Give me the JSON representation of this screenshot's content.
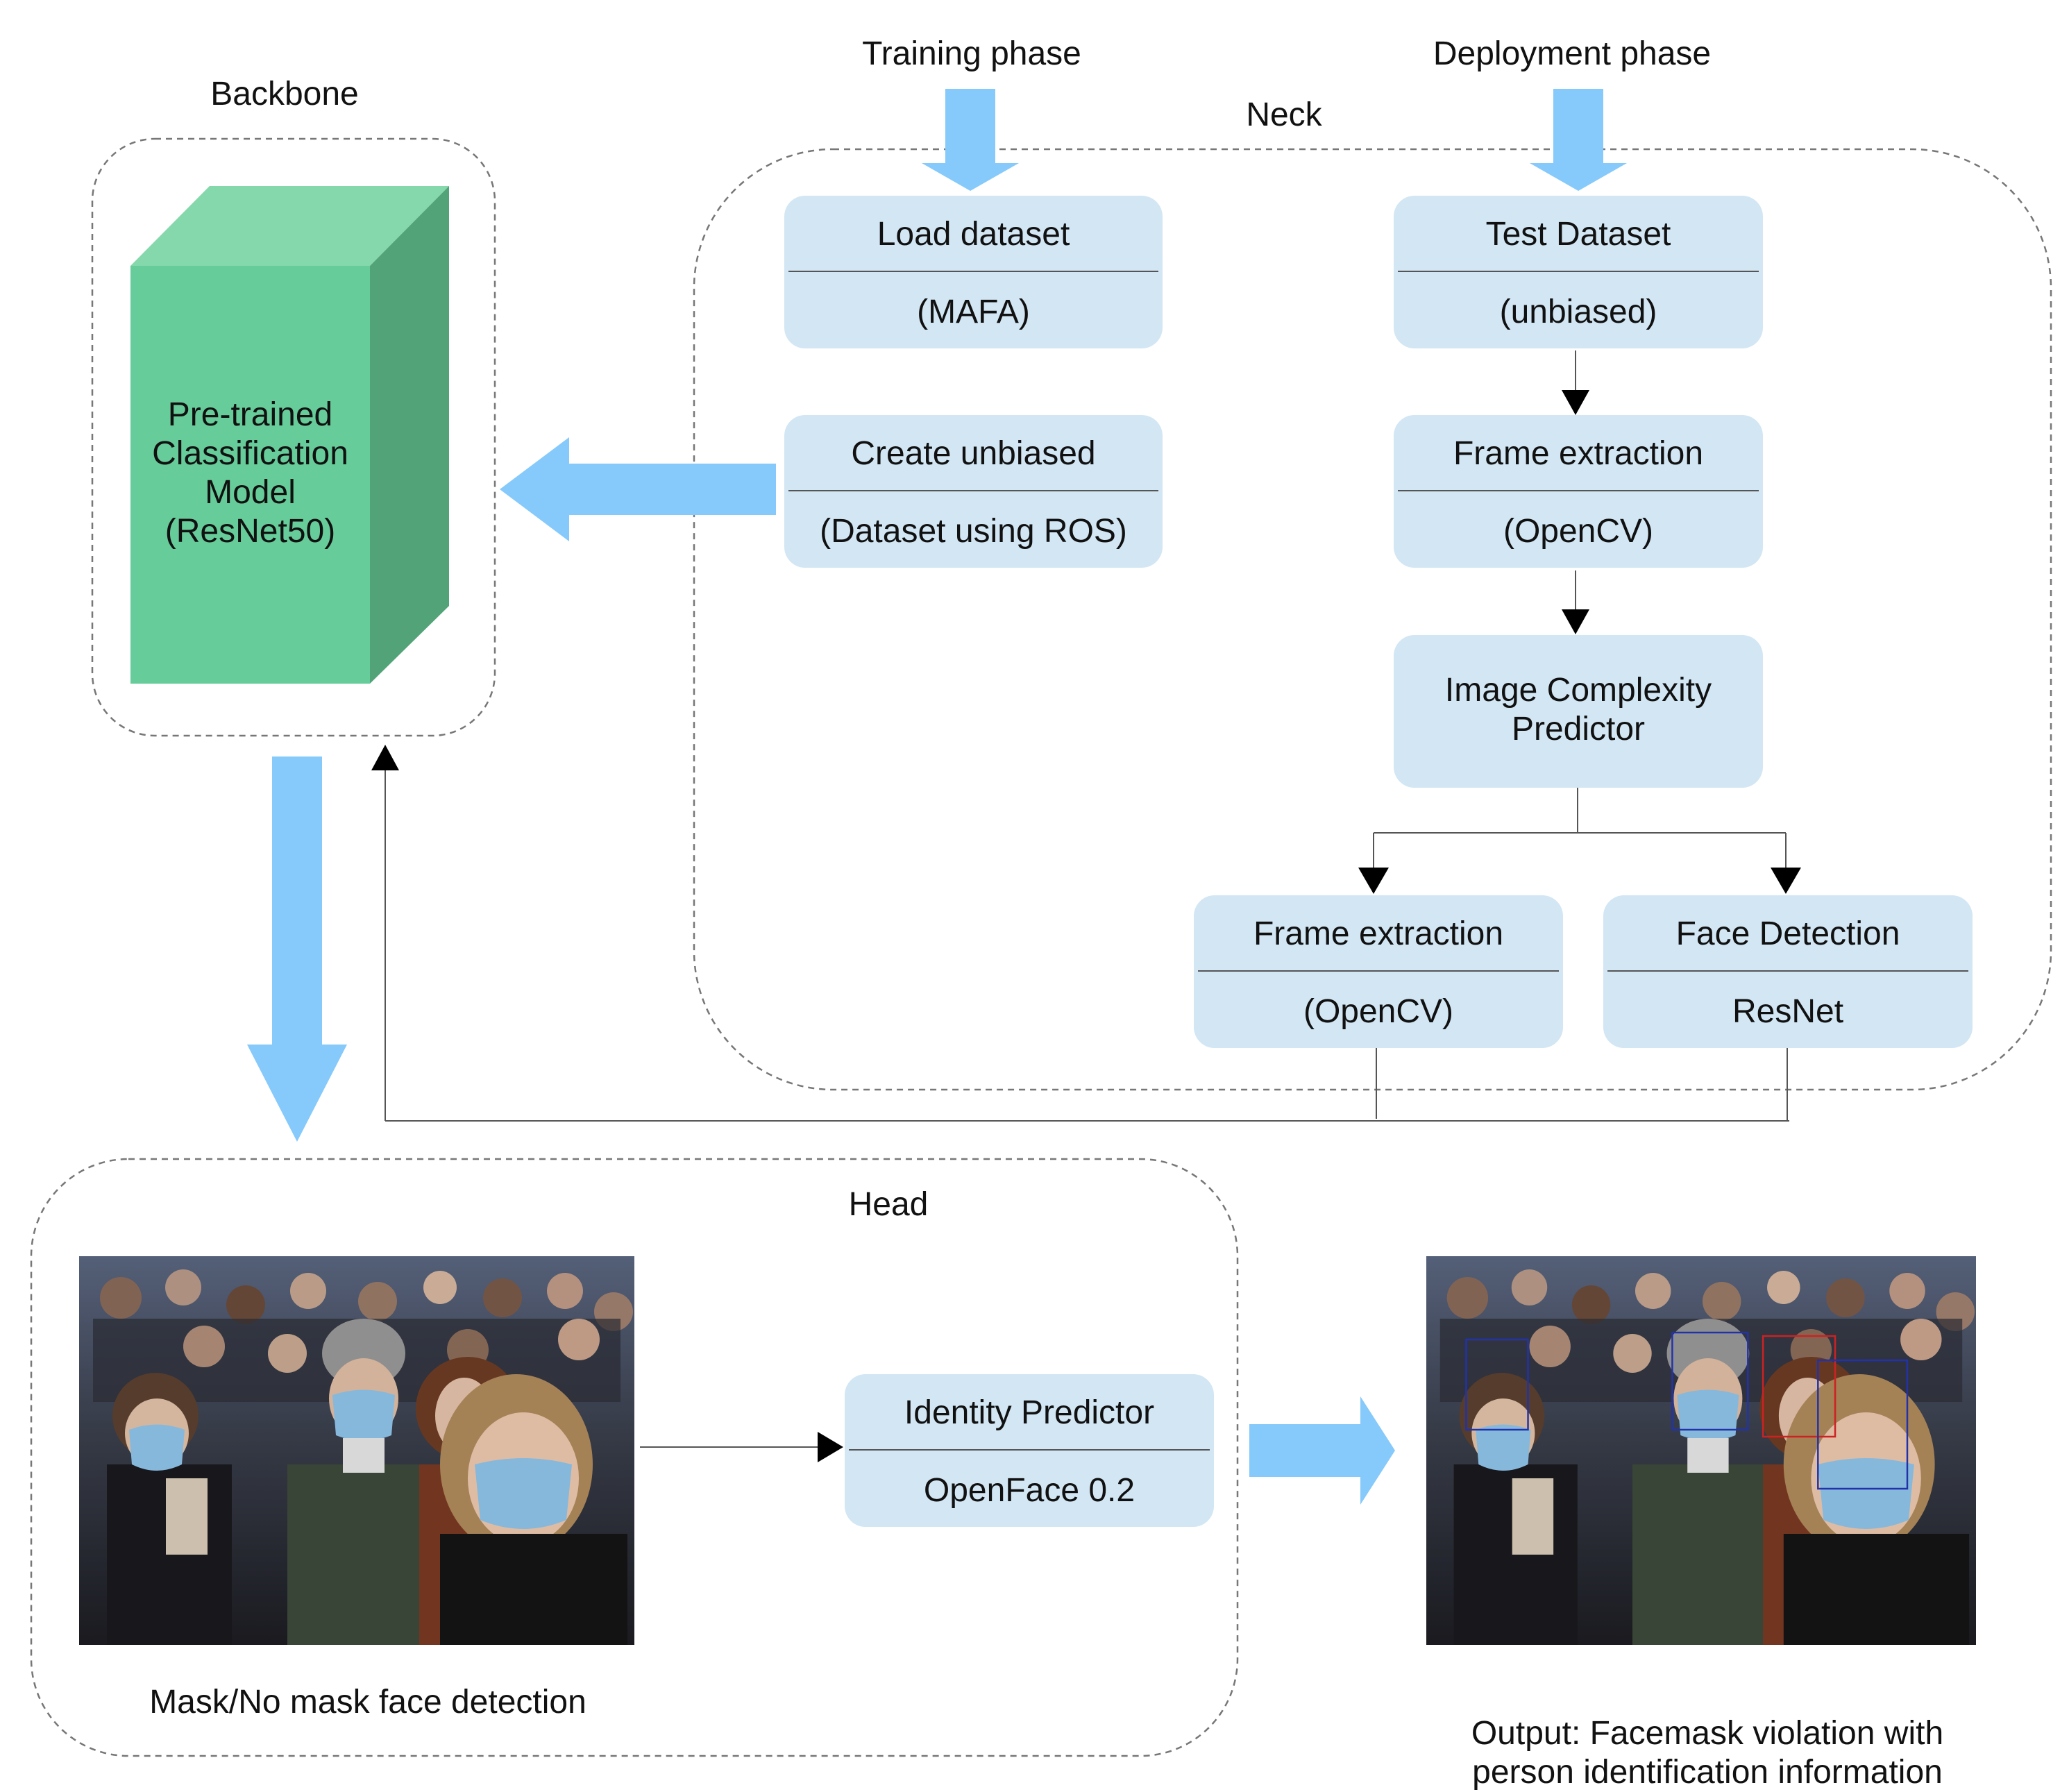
{
  "phases": {
    "training": "Training phase",
    "deployment": "Deployment phase"
  },
  "sections": {
    "backbone": "Backbone",
    "neck": "Neck",
    "head": "Head"
  },
  "backbone_model": {
    "line1": "Pre-trained",
    "line2": "Classification",
    "line3": "Model",
    "line4": "(ResNet50)"
  },
  "boxes": {
    "load_dataset": {
      "top": "Load dataset",
      "bottom": "(MAFA)"
    },
    "create_unbiased": {
      "top": "Create unbiased",
      "bottom": "(Dataset using ROS)"
    },
    "test_dataset": {
      "top": "Test Dataset",
      "bottom": "(unbiased)"
    },
    "frame_extraction_1": {
      "top": "Frame extraction",
      "bottom": "(OpenCV)"
    },
    "image_complexity": {
      "line1": "Image Complexity",
      "line2": "Predictor"
    },
    "frame_extraction_2": {
      "top": "Frame extraction",
      "bottom": "(OpenCV)"
    },
    "face_detection": {
      "top": "Face Detection",
      "bottom": "ResNet"
    },
    "identity_predictor": {
      "top": "Identity Predictor",
      "bottom": "OpenFace 0.2"
    }
  },
  "captions": {
    "input": "Mask/No mask face detection",
    "output_line1": "Output: Facemask violation with",
    "output_line2": "person identification information"
  },
  "colors": {
    "arrow": "#86c9fb",
    "box": "#d2e6f4",
    "cube_front": "#66cc99",
    "cube_top": "#85d8ac",
    "cube_side": "#52a478",
    "detect_blue": "#2233aa",
    "detect_red": "#cc2222"
  }
}
